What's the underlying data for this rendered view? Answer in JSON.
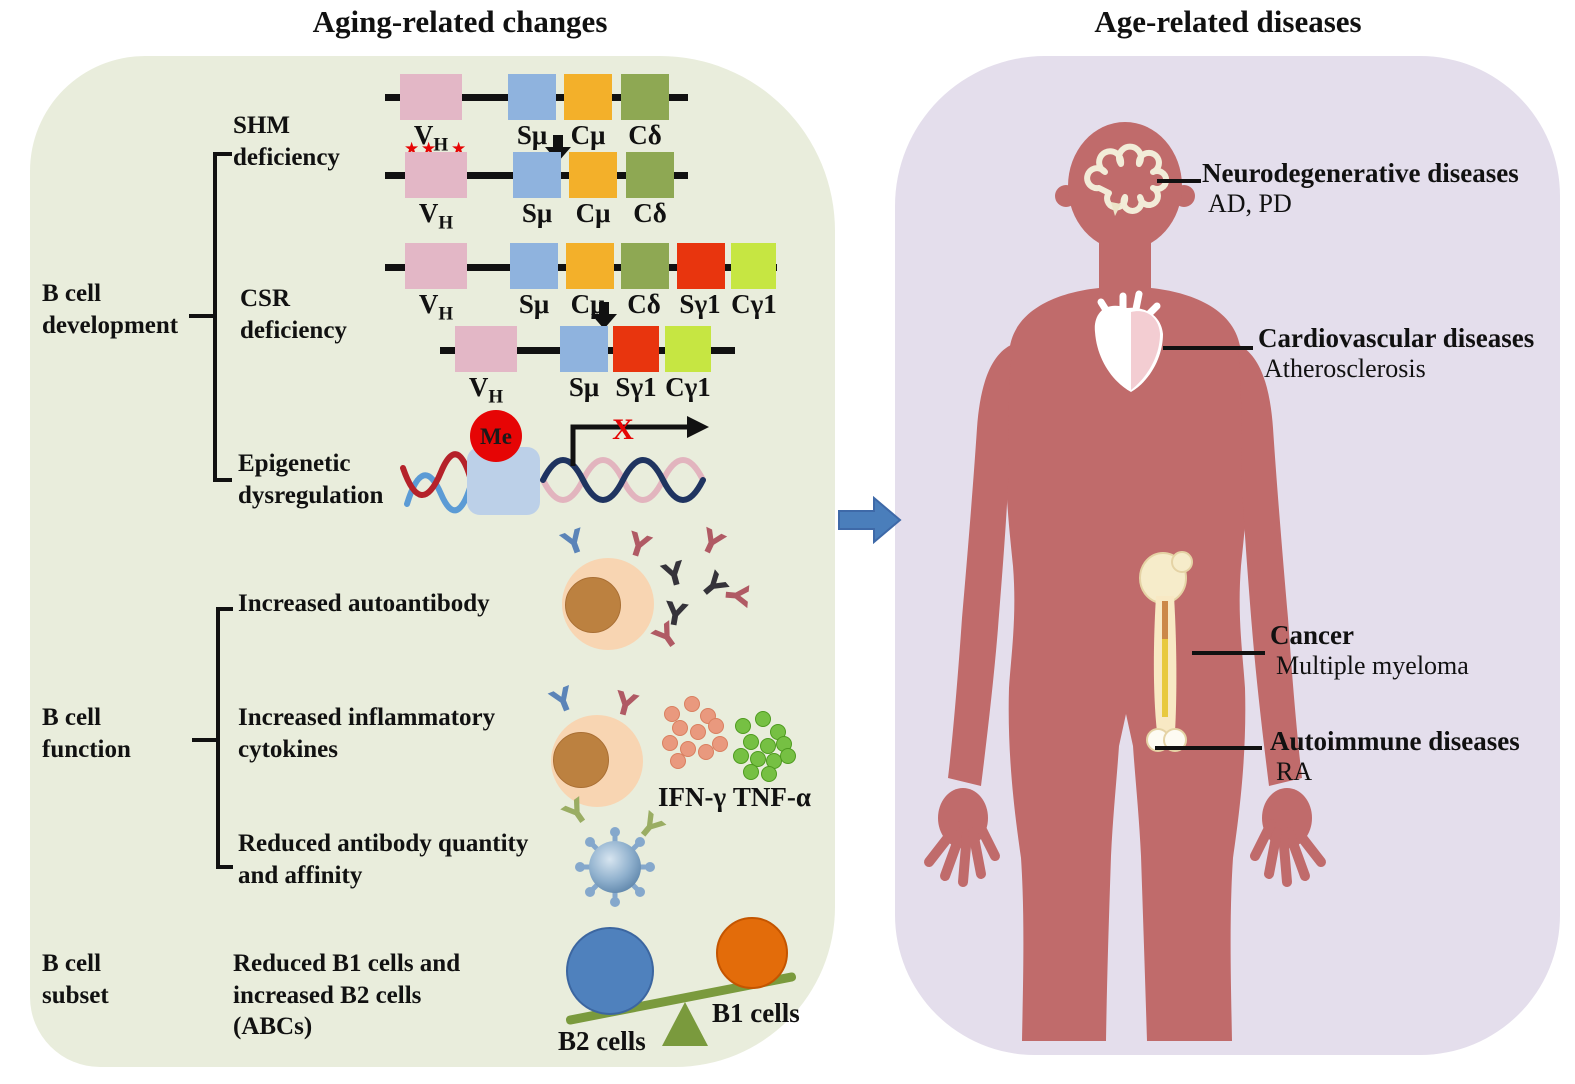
{
  "titles": {
    "left": "Aging-related changes",
    "right": "Age-related diseases"
  },
  "left_panel": {
    "groups": {
      "development": "B cell\ndevelopment",
      "function": "B cell\nfunction",
      "subset": "B cell\nsubset"
    },
    "items": {
      "shm": "SHM\ndeficiency",
      "csr": "CSR\ndeficiency",
      "epigenetic": "Epigenetic\ndysregulation",
      "autoantibody": "Increased autoantibody",
      "cytokines": "Increased inflammatory\ncytokines",
      "reduced_ab": "Reduced antibody quantity\nand affinity",
      "subset_change": "Reduced B1 cells and\nincreased B2 cells\n(ABCs)"
    },
    "genes": {
      "vh": {
        "main": "V",
        "sub": "H"
      },
      "smu": "Sμ",
      "cmu": "Cμ",
      "cdelta": "Cδ",
      "sg1": "Sγ1",
      "cg1": "Cγ1"
    },
    "epigenetic_graphic": {
      "me": "Me",
      "x_mark": "X"
    },
    "cytokine_label": "IFN-γ TNF-α",
    "seesaw": {
      "left_label": "B2 cells",
      "right_label": "B1 cells"
    }
  },
  "right_panel": {
    "diseases": [
      {
        "name": "Neurodegenerative diseases",
        "sub": "AD, PD"
      },
      {
        "name": "Cardiovascular diseases",
        "sub": "Atherosclerosis"
      },
      {
        "name": "Cancer",
        "sub": "Multiple myeloma"
      },
      {
        "name": "Autoimmune diseases",
        "sub": "RA"
      }
    ]
  },
  "icons": {
    "antibody": "Y",
    "mutation_star": "★"
  },
  "colors": {
    "panel_left_bg": "#e9eddc",
    "panel_right_bg": "#e4deec",
    "gene_vh": "#e3b7c6",
    "gene_smu": "#8fb3de",
    "gene_cmu": "#f3b02a",
    "gene_cdelta": "#8ea853",
    "gene_sg1": "#e8350e",
    "gene_cg1": "#c6e642",
    "me_circle": "#e60505",
    "body_silhouette": "#c06b6b",
    "b2_ball": "#4f81bd",
    "b1_ball": "#e36c0a",
    "seesaw_green": "#7a9a3d",
    "arrow_blue": "#4a7ebb",
    "cell_body": "#f8d5b2",
    "cell_nucleus": "#bc8140"
  }
}
